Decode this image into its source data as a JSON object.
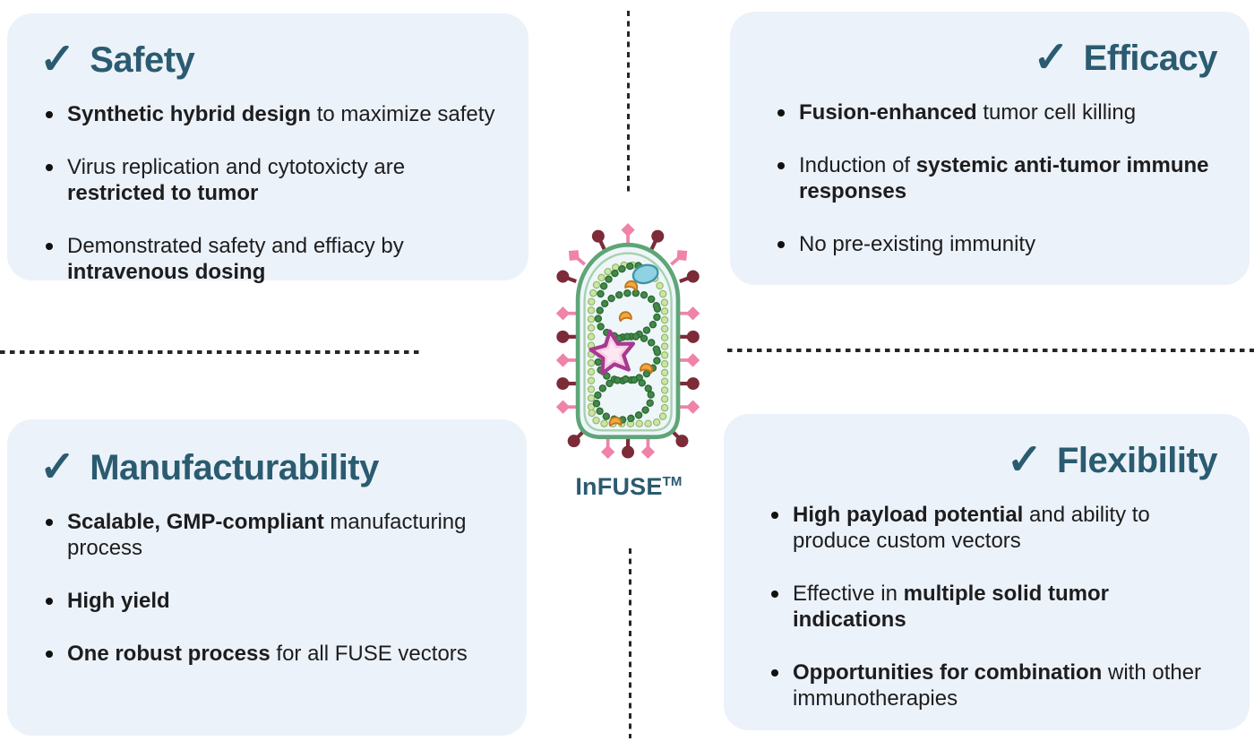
{
  "colors": {
    "accent": "#2a5b70",
    "panel_background": "#ecf2f9",
    "body_text": "#1d1d1f",
    "dashed_divider": "#262626",
    "virus_capsule_green": "#5ea577",
    "virus_membrane_bead_green": "#cde4a4",
    "virus_genome_green": "#418a49",
    "virus_spike_maroon": "#7c2b38",
    "virus_spike_pink": "#ef83a9",
    "virus_star_pink": "#f7cde6",
    "virus_star_outline": "#a8398f",
    "virus_oval_blue": "#8fd2e2",
    "virus_crescent_orange": "#f3a73e"
  },
  "glyphs": {
    "check": "✓"
  },
  "center": {
    "label": "InFUSE",
    "trademark": "TM"
  },
  "panels": [
    {
      "id": "safety",
      "title": "Safety",
      "align": "left",
      "bullets": [
        [
          {
            "t": "Synthetic hybrid design",
            "b": true
          },
          {
            "t": " to maximize safety",
            "b": false
          }
        ],
        [
          {
            "t": "Virus replication and cytotoxicty are ",
            "b": false
          },
          {
            "t": "restricted to tumor",
            "b": true
          }
        ],
        [
          {
            "t": "Demonstrated safety and effiacy by ",
            "b": false
          },
          {
            "t": "intravenous dosing",
            "b": true
          }
        ]
      ]
    },
    {
      "id": "efficacy",
      "title": "Efficacy",
      "align": "right",
      "bullets": [
        [
          {
            "t": "Fusion-enhanced",
            "b": true
          },
          {
            "t": " tumor cell killing",
            "b": false
          }
        ],
        [
          {
            "t": "Induction of ",
            "b": false
          },
          {
            "t": "systemic anti-tumor immune responses",
            "b": true
          }
        ],
        [
          {
            "t": "No pre-existing immunity",
            "b": false
          }
        ]
      ]
    },
    {
      "id": "manufacturability",
      "title": "Manufacturability",
      "align": "left",
      "bullets": [
        [
          {
            "t": "Scalable, GMP-compliant",
            "b": true
          },
          {
            "t": " manufacturing process",
            "b": false
          }
        ],
        [
          {
            "t": "High yield",
            "b": true
          }
        ],
        [
          {
            "t": "One robust process",
            "b": true
          },
          {
            "t": " for all FUSE vectors",
            "b": false
          }
        ]
      ]
    },
    {
      "id": "flexibility",
      "title": "Flexibility",
      "align": "right",
      "bullets": [
        [
          {
            "t": "High payload potential",
            "b": true
          },
          {
            "t": " and ability to produce custom vectors",
            "b": false
          }
        ],
        [
          {
            "t": "Effective in ",
            "b": false
          },
          {
            "t": "multiple solid tumor indications",
            "b": true
          }
        ],
        [
          {
            "t": "Opportunities for combination",
            "b": true
          },
          {
            "t": " with other immunotherapies",
            "b": false
          }
        ]
      ]
    }
  ]
}
